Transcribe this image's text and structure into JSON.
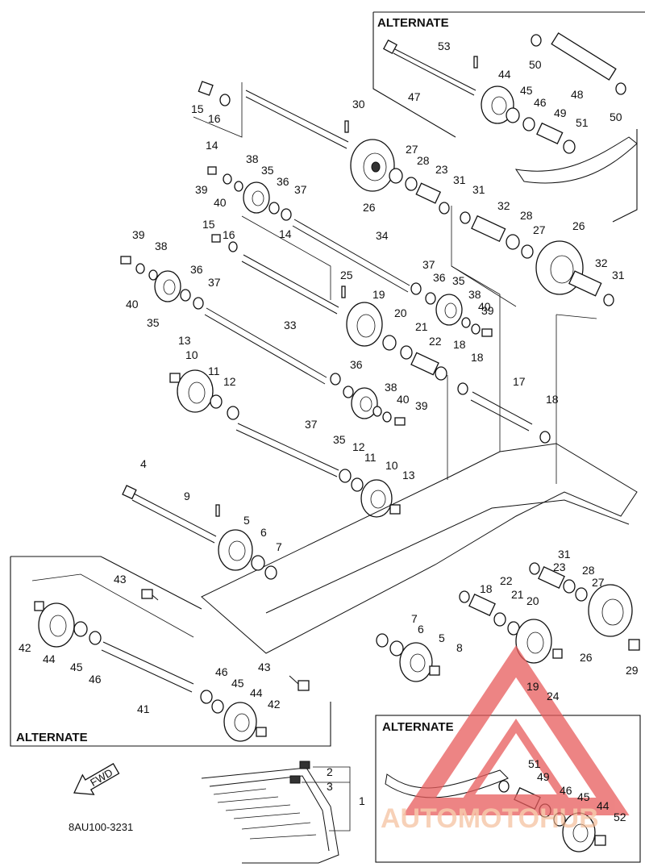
{
  "diagram": {
    "code": "8AU100-3231",
    "fwd_label": "FWD",
    "alternate_labels": [
      "ALTERNATE",
      "ALTERNATE",
      "ALTERNATE"
    ],
    "watermark": "AUTOMOTOHUB",
    "callouts": [
      {
        "id": "c53",
        "t": "53"
      },
      {
        "id": "c50a",
        "t": "50"
      },
      {
        "id": "c48",
        "t": "48"
      },
      {
        "id": "c47",
        "t": "47"
      },
      {
        "id": "c44a",
        "t": "44"
      },
      {
        "id": "c45a",
        "t": "45"
      },
      {
        "id": "c46a",
        "t": "46"
      },
      {
        "id": "c49a",
        "t": "49"
      },
      {
        "id": "c51a",
        "t": "51"
      },
      {
        "id": "c50b",
        "t": "50"
      },
      {
        "id": "c15a",
        "t": "15"
      },
      {
        "id": "c16a",
        "t": "16"
      },
      {
        "id": "c14a",
        "t": "14"
      },
      {
        "id": "c30",
        "t": "30"
      },
      {
        "id": "c27a",
        "t": "27"
      },
      {
        "id": "c28a",
        "t": "28"
      },
      {
        "id": "c23a",
        "t": "23"
      },
      {
        "id": "c31a",
        "t": "31"
      },
      {
        "id": "c26a",
        "t": "26"
      },
      {
        "id": "c38a",
        "t": "38"
      },
      {
        "id": "c35a",
        "t": "35"
      },
      {
        "id": "c36a",
        "t": "36"
      },
      {
        "id": "c37a",
        "t": "37"
      },
      {
        "id": "c39a",
        "t": "39"
      },
      {
        "id": "c40a",
        "t": "40"
      },
      {
        "id": "c31b",
        "t": "31"
      },
      {
        "id": "c32a",
        "t": "32"
      },
      {
        "id": "c28b",
        "t": "28"
      },
      {
        "id": "c27b",
        "t": "27"
      },
      {
        "id": "c26b",
        "t": "26"
      },
      {
        "id": "c15b",
        "t": "15"
      },
      {
        "id": "c16b",
        "t": "16"
      },
      {
        "id": "c14b",
        "t": "14"
      },
      {
        "id": "c34",
        "t": "34"
      },
      {
        "id": "c39b",
        "t": "39"
      },
      {
        "id": "c38b",
        "t": "38"
      },
      {
        "id": "c36b",
        "t": "36"
      },
      {
        "id": "c37b",
        "t": "37"
      },
      {
        "id": "c40b",
        "t": "40"
      },
      {
        "id": "c35b",
        "t": "35"
      },
      {
        "id": "c25",
        "t": "25"
      },
      {
        "id": "c37c",
        "t": "37"
      },
      {
        "id": "c36c",
        "t": "36"
      },
      {
        "id": "c35c",
        "t": "35"
      },
      {
        "id": "c32b",
        "t": "32"
      },
      {
        "id": "c31c",
        "t": "31"
      },
      {
        "id": "c19a",
        "t": "19"
      },
      {
        "id": "c38c",
        "t": "38"
      },
      {
        "id": "c40c",
        "t": "40"
      },
      {
        "id": "c39c",
        "t": "39"
      },
      {
        "id": "c20a",
        "t": "20"
      },
      {
        "id": "c21a",
        "t": "21"
      },
      {
        "id": "c22a",
        "t": "22"
      },
      {
        "id": "c18a",
        "t": "18"
      },
      {
        "id": "c33",
        "t": "33"
      },
      {
        "id": "c13a",
        "t": "13"
      },
      {
        "id": "c10a",
        "t": "10"
      },
      {
        "id": "c11a",
        "t": "11"
      },
      {
        "id": "c12a",
        "t": "12"
      },
      {
        "id": "c36d",
        "t": "36"
      },
      {
        "id": "c38d",
        "t": "38"
      },
      {
        "id": "c40d",
        "t": "40"
      },
      {
        "id": "c39d",
        "t": "39"
      },
      {
        "id": "c37d",
        "t": "37"
      },
      {
        "id": "c35d",
        "t": "35"
      },
      {
        "id": "c18b",
        "t": "18"
      },
      {
        "id": "c17",
        "t": "17"
      },
      {
        "id": "c18c",
        "t": "18"
      },
      {
        "id": "c12b",
        "t": "12"
      },
      {
        "id": "c11b",
        "t": "11"
      },
      {
        "id": "c10b",
        "t": "10"
      },
      {
        "id": "c13b",
        "t": "13"
      },
      {
        "id": "c4",
        "t": "4"
      },
      {
        "id": "c9",
        "t": "9"
      },
      {
        "id": "c5a",
        "t": "5"
      },
      {
        "id": "c6a",
        "t": "6"
      },
      {
        "id": "c7a",
        "t": "7"
      },
      {
        "id": "c31d",
        "t": "31"
      },
      {
        "id": "c23b",
        "t": "23"
      },
      {
        "id": "c28c",
        "t": "28"
      },
      {
        "id": "c27c",
        "t": "27"
      },
      {
        "id": "c43a",
        "t": "43"
      },
      {
        "id": "c22b",
        "t": "22"
      },
      {
        "id": "c21b",
        "t": "21"
      },
      {
        "id": "c18d",
        "t": "18"
      },
      {
        "id": "c20b",
        "t": "20"
      },
      {
        "id": "c26c",
        "t": "26"
      },
      {
        "id": "c29",
        "t": "29"
      },
      {
        "id": "c7b",
        "t": "7"
      },
      {
        "id": "c6b",
        "t": "6"
      },
      {
        "id": "c5b",
        "t": "5"
      },
      {
        "id": "c8",
        "t": "8"
      },
      {
        "id": "c19b",
        "t": "19"
      },
      {
        "id": "c24",
        "t": "24"
      },
      {
        "id": "c42a",
        "t": "42"
      },
      {
        "id": "c44b",
        "t": "44"
      },
      {
        "id": "c45b",
        "t": "45"
      },
      {
        "id": "c46b",
        "t": "46"
      },
      {
        "id": "c43b",
        "t": "43"
      },
      {
        "id": "c46c",
        "t": "46"
      },
      {
        "id": "c45c",
        "t": "45"
      },
      {
        "id": "c44c",
        "t": "44"
      },
      {
        "id": "c41",
        "t": "41"
      },
      {
        "id": "c42b",
        "t": "42"
      },
      {
        "id": "c2",
        "t": "2"
      },
      {
        "id": "c3",
        "t": "3"
      },
      {
        "id": "c1",
        "t": "1"
      },
      {
        "id": "c51b",
        "t": "51"
      },
      {
        "id": "c49b",
        "t": "49"
      },
      {
        "id": "c46d",
        "t": "46"
      },
      {
        "id": "c45d",
        "t": "45"
      },
      {
        "id": "c44d",
        "t": "44"
      },
      {
        "id": "c52",
        "t": "52"
      }
    ]
  }
}
